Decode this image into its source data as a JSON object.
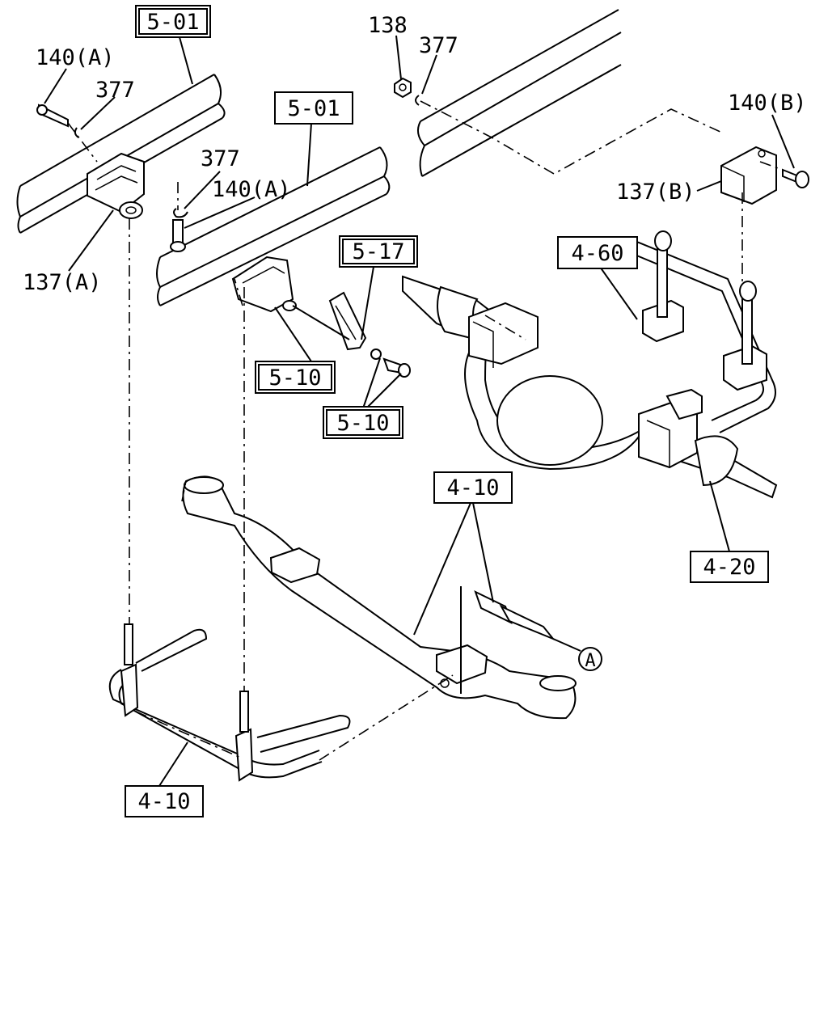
{
  "labels": {
    "ref_frame_top_left": "5-01",
    "ref_frame_center": "5-01",
    "bolt_140a_top": "140(A)",
    "washer_377_top": "377",
    "washer_377_mid": "377",
    "bolt_140a_mid": "140(A)",
    "bracket_137a": "137(A)",
    "nut_138": "138",
    "washer_377_right": "377",
    "bolt_140b": "140(B)",
    "bracket_137b": "137(B)",
    "ref_5_17": "5-17",
    "ref_4_60": "4-60",
    "ref_5_10_a": "5-10",
    "ref_5_10_b": "5-10",
    "ref_4_10_center": "4-10",
    "ref_4_20": "4-20",
    "ref_4_10_bottom": "4-10",
    "circle_a": "A"
  }
}
